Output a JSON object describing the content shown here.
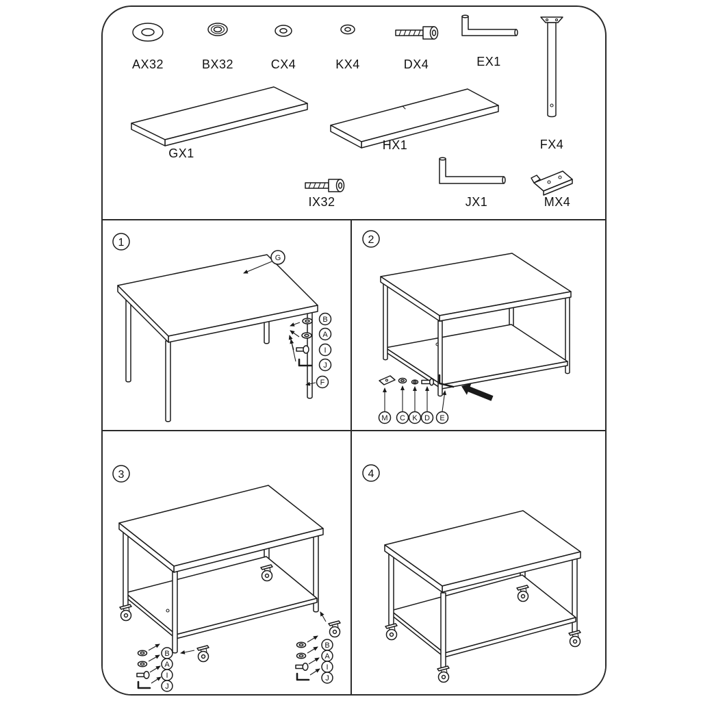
{
  "colors": {
    "line": "#1a1a1a",
    "background": "#ffffff"
  },
  "parts_list": {
    "items": [
      {
        "label": "AX32",
        "icon": "washer-large-icon"
      },
      {
        "label": "BX32",
        "icon": "washer-medium-icon"
      },
      {
        "label": "CX4",
        "icon": "washer-small-icon"
      },
      {
        "label": "KX4",
        "icon": "washer-tiny-icon"
      },
      {
        "label": "DX4",
        "icon": "socket-bolt-icon"
      },
      {
        "label": "EX1",
        "icon": "allen-key-small-icon"
      },
      {
        "label": "GX1",
        "icon": "tabletop-panel-icon"
      },
      {
        "label": "HX1",
        "icon": "shelf-panel-icon"
      },
      {
        "label": "FX4",
        "icon": "table-leg-icon"
      },
      {
        "label": "IX32",
        "icon": "socket-screw-icon"
      },
      {
        "label": "JX1",
        "icon": "allen-key-large-icon"
      },
      {
        "label": "MX4",
        "icon": "caster-bracket-icon"
      }
    ]
  },
  "steps": [
    {
      "number": "1",
      "callouts": [
        "G",
        "B",
        "A",
        "I",
        "J",
        "F"
      ]
    },
    {
      "number": "2",
      "callouts": [
        "M",
        "C",
        "K",
        "D",
        "E"
      ]
    },
    {
      "number": "3",
      "callouts": [
        "B",
        "A",
        "I",
        "J"
      ]
    },
    {
      "number": "4",
      "callouts": []
    }
  ]
}
